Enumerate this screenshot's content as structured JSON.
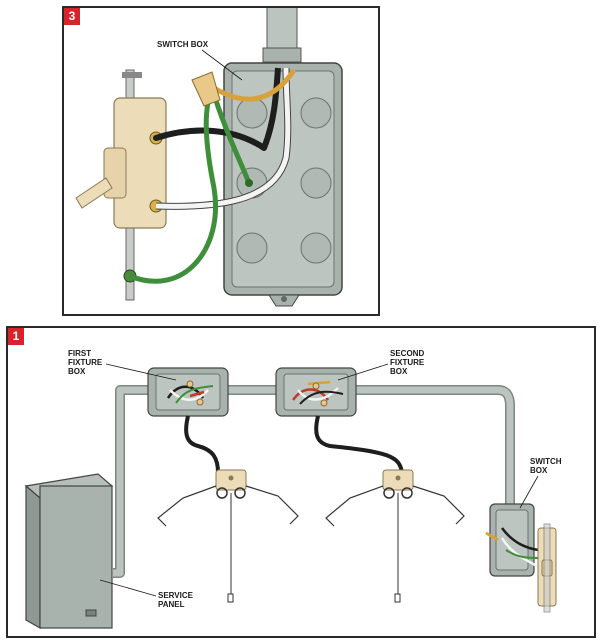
{
  "panel_top": {
    "number": "3",
    "switch_box_label": "SWITCH BOX"
  },
  "panel_bottom": {
    "number": "1",
    "first_fixture_line1": "FIRST",
    "first_fixture_line2": "FIXTURE",
    "first_fixture_line3": "BOX",
    "second_fixture_line1": "SECOND",
    "second_fixture_line2": "FIXTURE",
    "second_fixture_line3": "BOX",
    "switch_box_line1": "SWITCH",
    "switch_box_line2": "BOX",
    "service_panel_line1": "SERVICE",
    "service_panel_line2": "PANEL"
  },
  "colors": {
    "box_gray": "#a9b3ae",
    "conduit_gray": "#bcc4c0",
    "wire_black": "#1e1e1e",
    "wire_white": "#f4f4f4",
    "wire_green": "#3f8f3a",
    "wire_yellow": "#d8a13a",
    "switch_ivory": "#ecdcb8",
    "badge_red": "#d8232a"
  }
}
